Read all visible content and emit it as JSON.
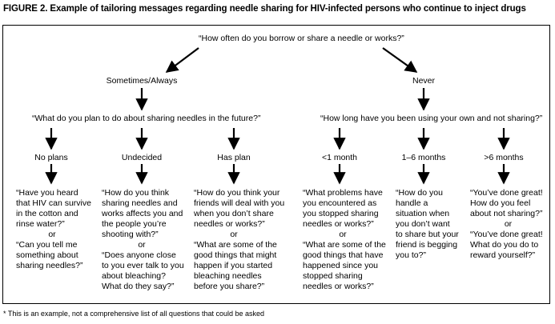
{
  "title": "FIGURE 2. Example of tailoring messages regarding needle sharing for HIV-infected persons who continue to inject drugs",
  "root_question": "“How often do you borrow or share a needle or works?”",
  "branches": {
    "left": "Sometimes/Always",
    "right": "Never"
  },
  "sub_questions": {
    "left": "“What do you plan to do about sharing needles in the future?”",
    "right": "“How long have you been using your own and not sharing?”"
  },
  "categories": [
    "No plans",
    "Undecided",
    "Has plan",
    "<1 month",
    "1–6 months",
    ">6 months"
  ],
  "or_word": "or",
  "messages": [
    {
      "a": [
        "“Have you heard",
        "that HIV can survive",
        "in the cotton and",
        "rinse water?”"
      ],
      "b": [
        "“Can you tell me",
        "something about",
        "sharing needles?”"
      ]
    },
    {
      "a": [
        "“How do you think",
        "sharing needles and",
        "works affects you and",
        "the people you’re",
        "shooting with?”"
      ],
      "b": [
        "“Does anyone close",
        "to you ever talk to you",
        "about bleaching?",
        "What do they say?”"
      ]
    },
    {
      "a": [
        "“How do you think your",
        "friends will deal with you",
        "when you don’t share",
        "needles or works?”"
      ],
      "b": [
        "“What are some of the",
        "good things that might",
        "happen if you started",
        "bleaching needles",
        "before you share?”"
      ]
    },
    {
      "a": [
        "“What problems have",
        "you encountered as",
        "you stopped sharing",
        "needles or works?”"
      ],
      "b": [
        "“What are some of the",
        "good things that have",
        "happened since you",
        "stopped sharing",
        "needles or works?”"
      ]
    },
    {
      "a": [
        "“How do you",
        "handle a",
        "situation when",
        "you don’t want",
        "to share but your",
        "friend is begging",
        "you to?”"
      ],
      "b": []
    },
    {
      "a": [
        "“You’ve done great!",
        "How do you feel",
        "about not sharing?”"
      ],
      "b": [
        "“You’ve done great!",
        "What do you do to",
        "reward yourself?”"
      ]
    }
  ],
  "footnote": "* This is an example, not a comprehensive list of all questions that could be asked"
}
